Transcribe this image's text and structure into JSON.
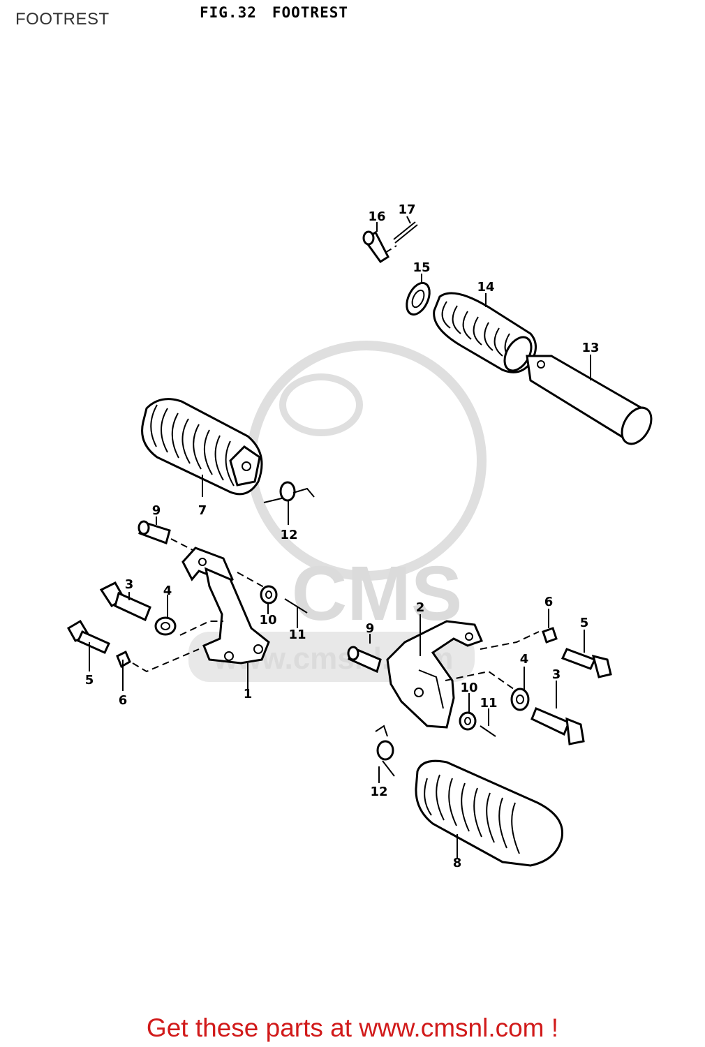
{
  "page": {
    "label": "FOOTREST",
    "figure_number": "FIG.32",
    "figure_title": "FOOTREST"
  },
  "watermark": {
    "logo_text": "CMS",
    "url_text": "www.cmsnl.com"
  },
  "callouts": [
    "1",
    "2",
    "3",
    "4",
    "5",
    "6",
    "7",
    "8",
    "9",
    "10",
    "11",
    "12",
    "13",
    "14",
    "15",
    "16",
    "17"
  ],
  "footer": {
    "text": "Get these parts at www.cmsnl.com !"
  }
}
